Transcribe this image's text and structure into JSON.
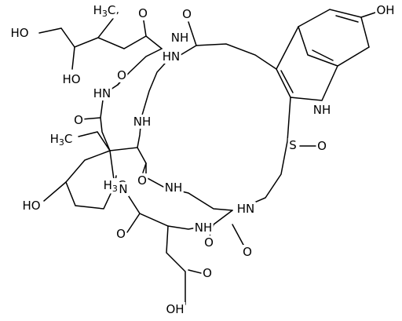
{
  "structure": {
    "labels": {
      "oh_top_right": "OH",
      "ho_top_left": "HO",
      "ho_chain": "HO",
      "me_top": "H3C",
      "o_top_1": "O",
      "o_top_2": "O",
      "nh_top": "NH",
      "hn_ring_1": "HN",
      "o_ring_1": "O",
      "hn_ring_2": "HN",
      "nh_ring_1": "NH",
      "o_ring_2": "O",
      "nh_indole": "NH",
      "ethyl_h3c": "H3C",
      "s_atom": "S",
      "o_sulfoxide": "O",
      "o_ring_3": "O",
      "h3c_ring": "H3C",
      "n_ring": "N",
      "nh_ring_2": "NH",
      "hn_ring_3": "HN",
      "ho_pyrrolidine": "HO",
      "o_ring_4": "O",
      "nh_ring_3": "NH",
      "o_ring_5": "O",
      "o_ring_6": "O",
      "o_acid": "O",
      "oh_acid": "OH"
    }
  }
}
